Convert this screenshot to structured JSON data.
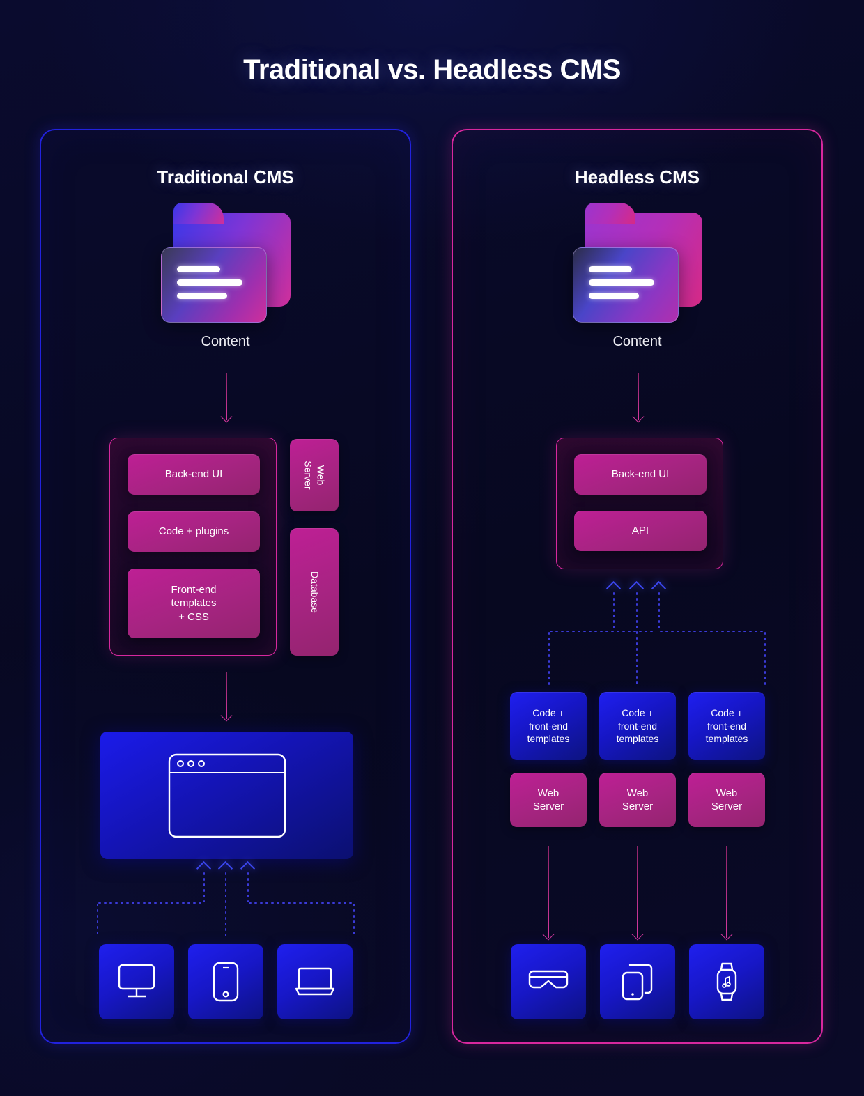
{
  "title": "Traditional vs. Headless CMS",
  "colors": {
    "background": "#080a24",
    "panel_left_border": "#2222dd",
    "panel_right_border": "#d7289e",
    "pink_box": "#be1f95",
    "blue_box": "#1f1ff0",
    "arrow_pink": "#d6389f",
    "arrow_blue": "#3b46f0"
  },
  "traditional": {
    "panel_title": "Traditional CMS",
    "content_label": "Content",
    "content_icon": "folder-icon",
    "stack": [
      {
        "label": "Back-end UI"
      },
      {
        "label": "Code + plugins"
      },
      {
        "label": "Front-end templates\n+ CSS",
        "line1": "Front-end",
        "line2": "templates",
        "line3": "+ CSS"
      }
    ],
    "side_boxes": [
      {
        "label": "Web Server",
        "line1": "Web",
        "line2": "Server"
      },
      {
        "label": "Database",
        "line1": "Database",
        "line2": ""
      }
    ],
    "output_icon": "browser-window-icon",
    "devices": [
      {
        "icon": "desktop-monitor-icon"
      },
      {
        "icon": "smartphone-icon"
      },
      {
        "icon": "laptop-icon"
      }
    ]
  },
  "headless": {
    "panel_title": "Headless CMS",
    "content_label": "Content",
    "content_icon": "folder-icon",
    "stack": [
      {
        "label": "Back-end UI"
      },
      {
        "label": "API"
      }
    ],
    "code_boxes": [
      {
        "line1": "Code +",
        "line2": "front-end",
        "line3": "templates"
      },
      {
        "line1": "Code +",
        "line2": "front-end",
        "line3": "templates"
      },
      {
        "line1": "Code +",
        "line2": "front-end",
        "line3": "templates"
      }
    ],
    "server_boxes": [
      {
        "line1": "Web",
        "line2": "Server"
      },
      {
        "line1": "Web",
        "line2": "Server"
      },
      {
        "line1": "Web",
        "line2": "Server"
      }
    ],
    "devices": [
      {
        "icon": "vr-headset-icon"
      },
      {
        "icon": "tablet-phone-icon"
      },
      {
        "icon": "smartwatch-music-icon"
      }
    ]
  }
}
